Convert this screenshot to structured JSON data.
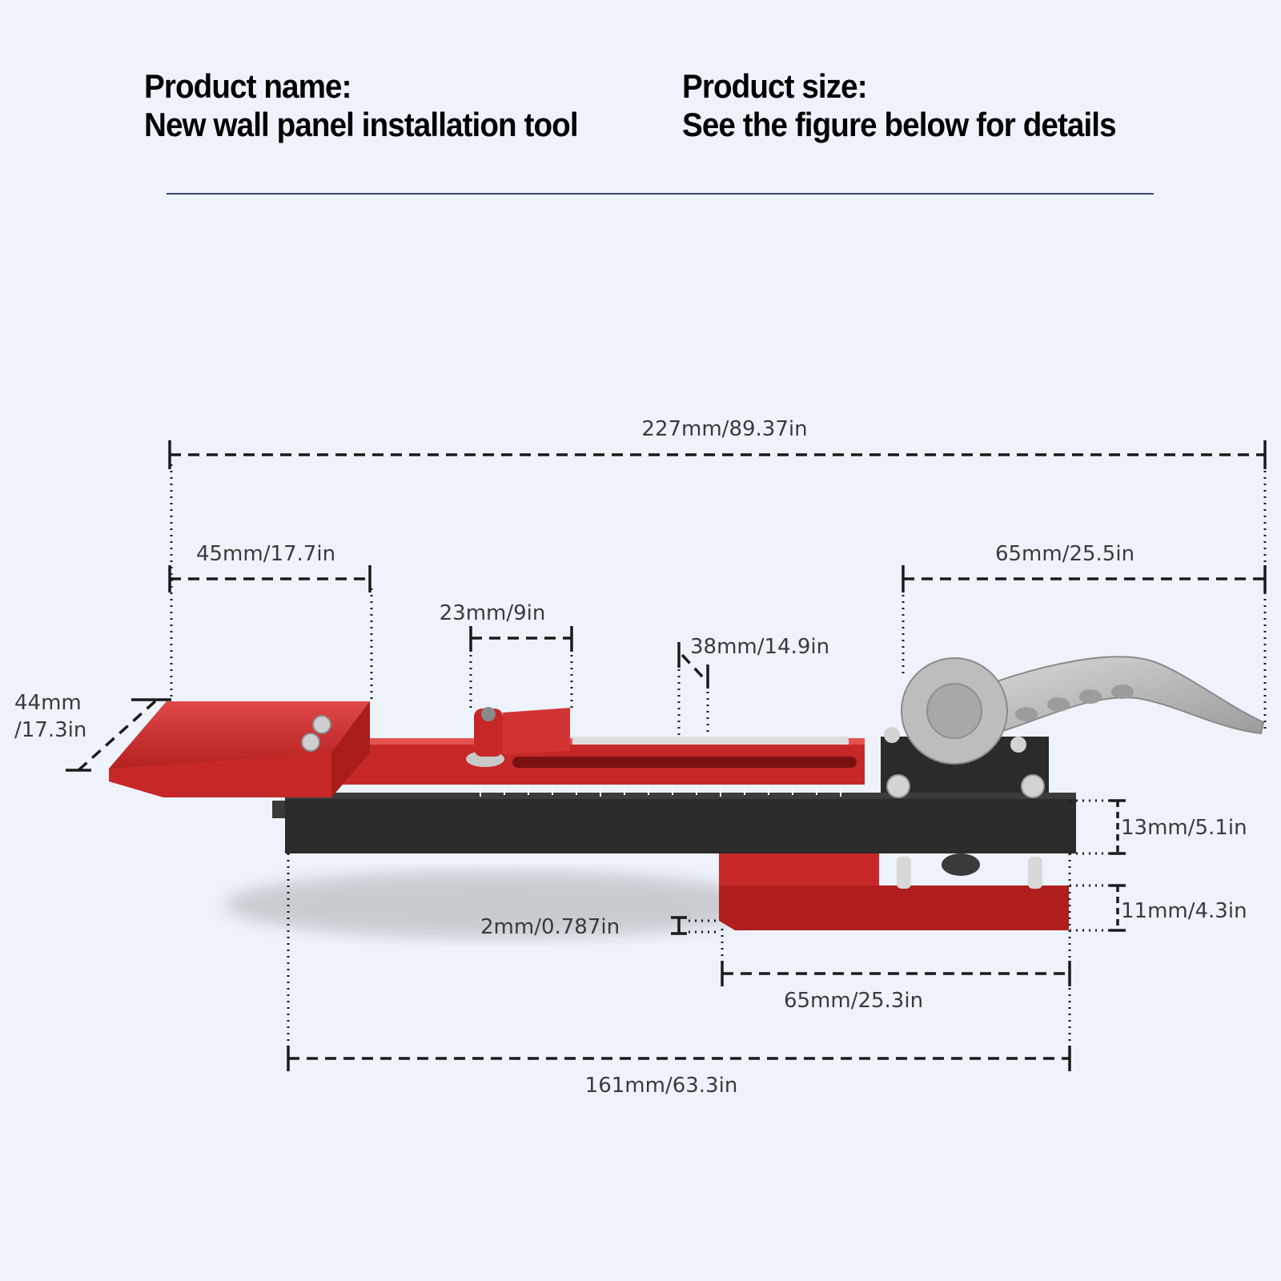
{
  "header": {
    "name_title": "Product name:",
    "name_value": "New wall panel installation tool",
    "size_title": "Product size:",
    "size_value": "See the figure below for details"
  },
  "dimensions": {
    "overall_length": "227mm/89.37in",
    "left_plate_length": "45mm/17.7in",
    "right_clamp_length": "65mm/25.5in",
    "slider_width": "23mm/9in",
    "scale_offset": "38mm/14.9in",
    "plate_width_line1": "44mm",
    "plate_width_line2": "/17.3in",
    "rail_height": "13mm/5.1in",
    "foot_height": "11mm/4.3in",
    "foot_gap": "2mm/0.787in",
    "foot_length": "65mm/25.3in",
    "rail_length": "161mm/63.3in"
  },
  "colors": {
    "red": "#c62828",
    "dark_red": "#8e1a1a",
    "black": "#2b2b2b",
    "silver": "#b8b8b8",
    "line": "#1a1a1a"
  }
}
